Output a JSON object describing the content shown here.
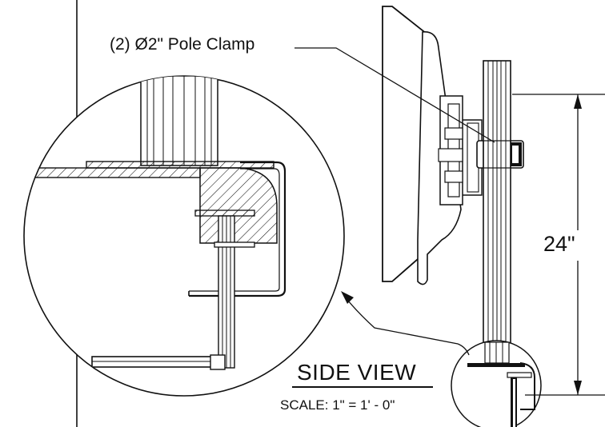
{
  "labels": {
    "pole_clamp": "(2) Ø2\" Pole Clamp",
    "dimension": "24\"",
    "view_title": "SIDE VIEW",
    "scale": "SCALE: 1\" = 1' - 0\""
  },
  "colors": {
    "line": "#111111",
    "background": "#ffffff"
  }
}
